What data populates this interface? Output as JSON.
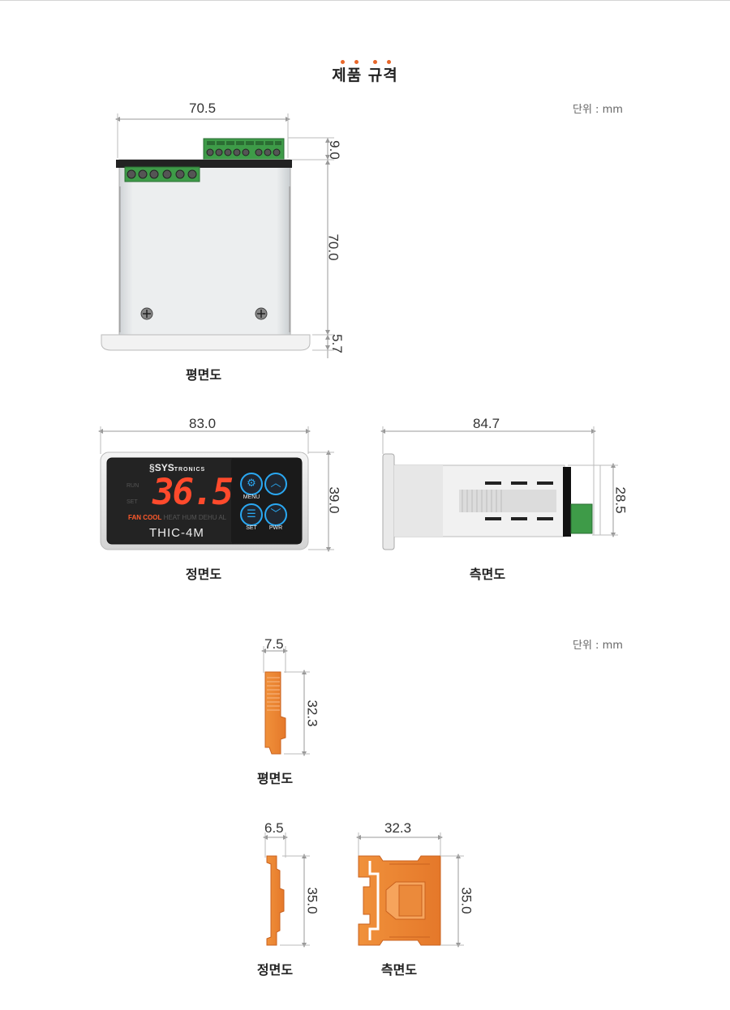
{
  "header": {
    "title": "제품 규격",
    "accent_color": "#e8672a"
  },
  "section1": {
    "unit_label": "단위 : mm",
    "top_view": {
      "caption": "평면도",
      "width_dim": "70.5",
      "terminal_height_dim": "9.0",
      "body_height_dim": "70.0",
      "flange_dim": "5.7"
    },
    "front_view": {
      "caption": "정면도",
      "width_dim": "83.0",
      "height_dim": "39.0",
      "brand": "SYS",
      "brand_suffix": "TRONICS",
      "display_value": "36.5",
      "left_labels": [
        "RUN",
        "SET"
      ],
      "status_labels": [
        "FAN",
        "COOL",
        "HEAT",
        "HUM",
        "DEHU",
        "AL"
      ],
      "model": "THIC-4M",
      "buttons": [
        "MENU",
        "SET",
        "PWR"
      ]
    },
    "side_view": {
      "caption": "측면도",
      "width_dim": "84.7",
      "height_dim": "28.5"
    }
  },
  "section2": {
    "unit_label": "단위 : mm",
    "top_view": {
      "caption": "평면도",
      "width_dim": "7.5",
      "height_dim": "32.3"
    },
    "front_view": {
      "caption": "정면도",
      "width_dim": "6.5",
      "height_dim": "35.0"
    },
    "side_view": {
      "caption": "측면도",
      "width_dim": "32.3",
      "height_dim": "35.0"
    }
  }
}
